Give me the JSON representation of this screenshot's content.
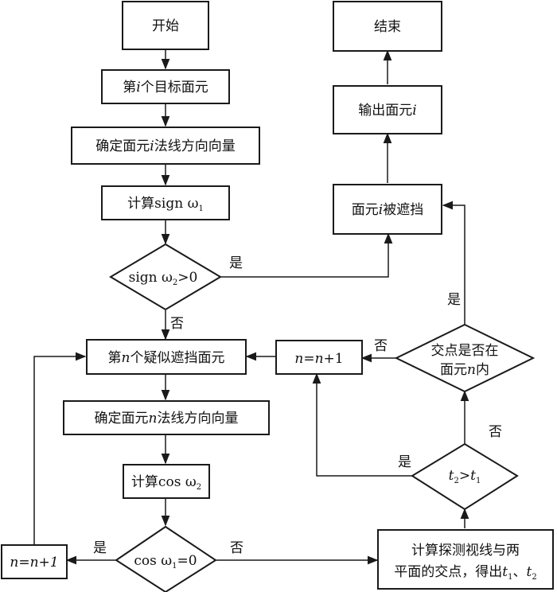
{
  "nodes": {
    "start": "开始",
    "end": "结束",
    "target_prefix": "第",
    "target_var": "i",
    "target_suffix": "个目标面元",
    "normal_i_prefix": "确定面元",
    "normal_i_var": "i",
    "normal_i_suffix": "法线方向向量",
    "calc_sign_text": "计算sign ω",
    "calc_sign_sub": "1",
    "sign_cond_text": "sign ω",
    "sign_cond_sub": "2",
    "sign_cond_tail": ">0",
    "output_prefix": "输出面元",
    "output_var": "i",
    "blocked_prefix": "面元",
    "blocked_var": "i",
    "blocked_suffix": "被遮挡",
    "suspect_prefix": "第",
    "suspect_var": "n",
    "suspect_suffix": "个疑似遮挡面元",
    "normal_n_prefix": "确定面元",
    "normal_n_var": "n",
    "normal_n_suffix": "法线方向向量",
    "calc_cos_text": "计算cos ω",
    "calc_cos_sub": "2",
    "cos_cond_text": "cos  ω",
    "cos_cond_sub": "1",
    "cos_cond_tail": "=0",
    "incr_n_left": "n=n+1",
    "incr_n_right": "n",
    "incr_n_right_tail": "=",
    "incr_n_right_var2": "n",
    "incr_n_right_end": "+1",
    "inside_line1": "交点是否在",
    "inside_line2_prefix": "面元",
    "inside_line2_var": "n",
    "inside_line2_suffix": "内",
    "t_cond_a": "t",
    "t_cond_a_sub": "2",
    "t_cond_op": ">",
    "t_cond_b": "t",
    "t_cond_b_sub": "1",
    "calc_intersect_line1": "计算探测视线与两",
    "calc_intersect_line2": "平面的交点，得出",
    "calc_intersect_t1": "t",
    "calc_intersect_t1_sub": "1",
    "calc_intersect_sep": "、",
    "calc_intersect_t2": "t",
    "calc_intersect_t2_sub": "2"
  },
  "edge_labels": {
    "sign_yes": "是",
    "sign_no": "否",
    "cos_yes": "是",
    "cos_no": "否",
    "inside_yes": "是",
    "inside_no": "否",
    "t_yes": "是",
    "t_no": "否"
  }
}
